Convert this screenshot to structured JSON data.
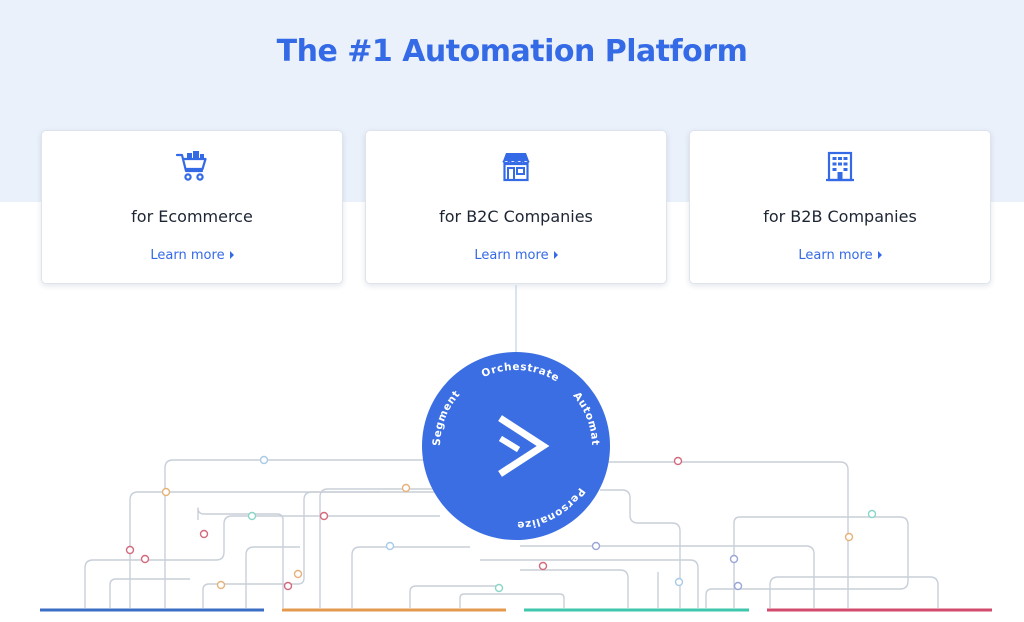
{
  "header": {
    "title": "The #1 Automation Platform"
  },
  "cards": [
    {
      "icon": "shopping-cart-icon",
      "title": "for Ecommerce",
      "link": "Learn more"
    },
    {
      "icon": "storefront-icon",
      "title": "for B2C Companies",
      "link": "Learn more"
    },
    {
      "icon": "office-building-icon",
      "title": "for B2B Companies",
      "link": "Learn more"
    }
  ],
  "hub": {
    "icon": "activecampaign-chevron-icon",
    "labels": [
      "Orchestrate",
      "Automate",
      "Personalize",
      "Segment"
    ]
  },
  "colors": {
    "accent": "#356ae6",
    "hub": "#3a6ee2",
    "band": "#eaf1fb",
    "bar_blue": "#3b6fc6",
    "bar_orange": "#e39a4f",
    "bar_teal": "#3fc6ad",
    "bar_pink": "#d24b6c"
  }
}
